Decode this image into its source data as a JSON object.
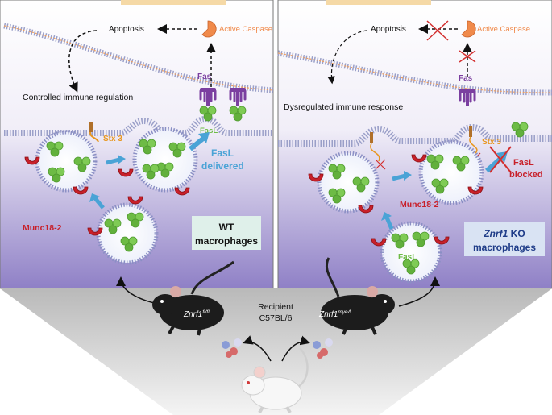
{
  "left_panel": {
    "apoptosis": "Apoptosis",
    "active_caspase": "Active Caspase",
    "fas": "Fas",
    "regulation": "Controlled immune regulation",
    "stx3": "Stx 3",
    "fasl": "FasL",
    "fasl_delivered_1": "FasL",
    "fasl_delivered_2": "delivered",
    "munc": "Munc18-2",
    "box_line1": "WT",
    "box_line2": "macrophages"
  },
  "right_panel": {
    "apoptosis": "Apoptosis",
    "active_caspase": "Active Caspase",
    "fas": "Fas",
    "regulation": "Dysregulated immune response",
    "stx3": "Stx 3",
    "fasl_blocked_1": "FasL",
    "fasl_blocked_2": "blocked",
    "munc": "Munc18-2",
    "vesicle_fasl": "FasL",
    "box_line1_italic": "Znrf1",
    "box_line1_rest": " KO",
    "box_line2": "macrophages"
  },
  "bottom": {
    "mouse_left_main": "Znrf1",
    "mouse_left_sup": "fl/fl",
    "mouse_right_main": "Znrf1",
    "mouse_right_sup": "myeΔ",
    "recipient_line1": "Recipient",
    "recipient_line2": "C57BL/6"
  },
  "colors": {
    "caspase": "#f08a4b",
    "fas": "#7b3fa0",
    "fasl": "#6dbb45",
    "arrow_blue": "#4aa3d6",
    "munc": "#c8202a",
    "stx3": "#e8961e",
    "wt_box": "#dff0ea",
    "ko_box": "#d9e3f3"
  }
}
